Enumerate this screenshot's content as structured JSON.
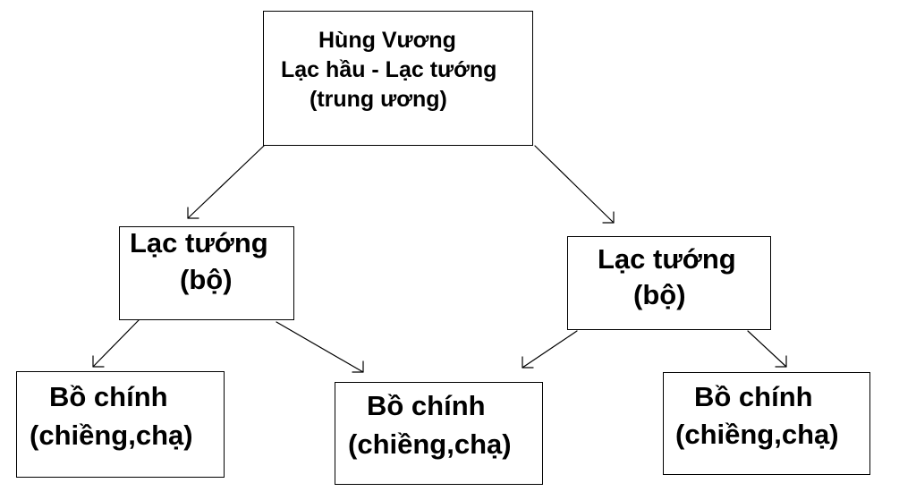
{
  "nodes": {
    "top": {
      "line1": "Hùng Vương",
      "line2": "Lạc hầu - Lạc tướng",
      "line3": "(trung ương)"
    },
    "mid_left": {
      "line1": "Lạc tướng",
      "line2": "(bộ)"
    },
    "mid_right": {
      "line1": "Lạc tướng",
      "line2": "(bộ)"
    },
    "leaf_left": {
      "line1": "Bồ chính",
      "line2": "(chiềng,chạ)"
    },
    "leaf_center": {
      "line1": "Bồ chính",
      "line2": "(chiềng,chạ)"
    },
    "leaf_right": {
      "line1": "Bồ chính",
      "line2": "(chiềng,chạ)"
    }
  },
  "colors": {
    "stroke": "#000000",
    "background": "#ffffff"
  }
}
